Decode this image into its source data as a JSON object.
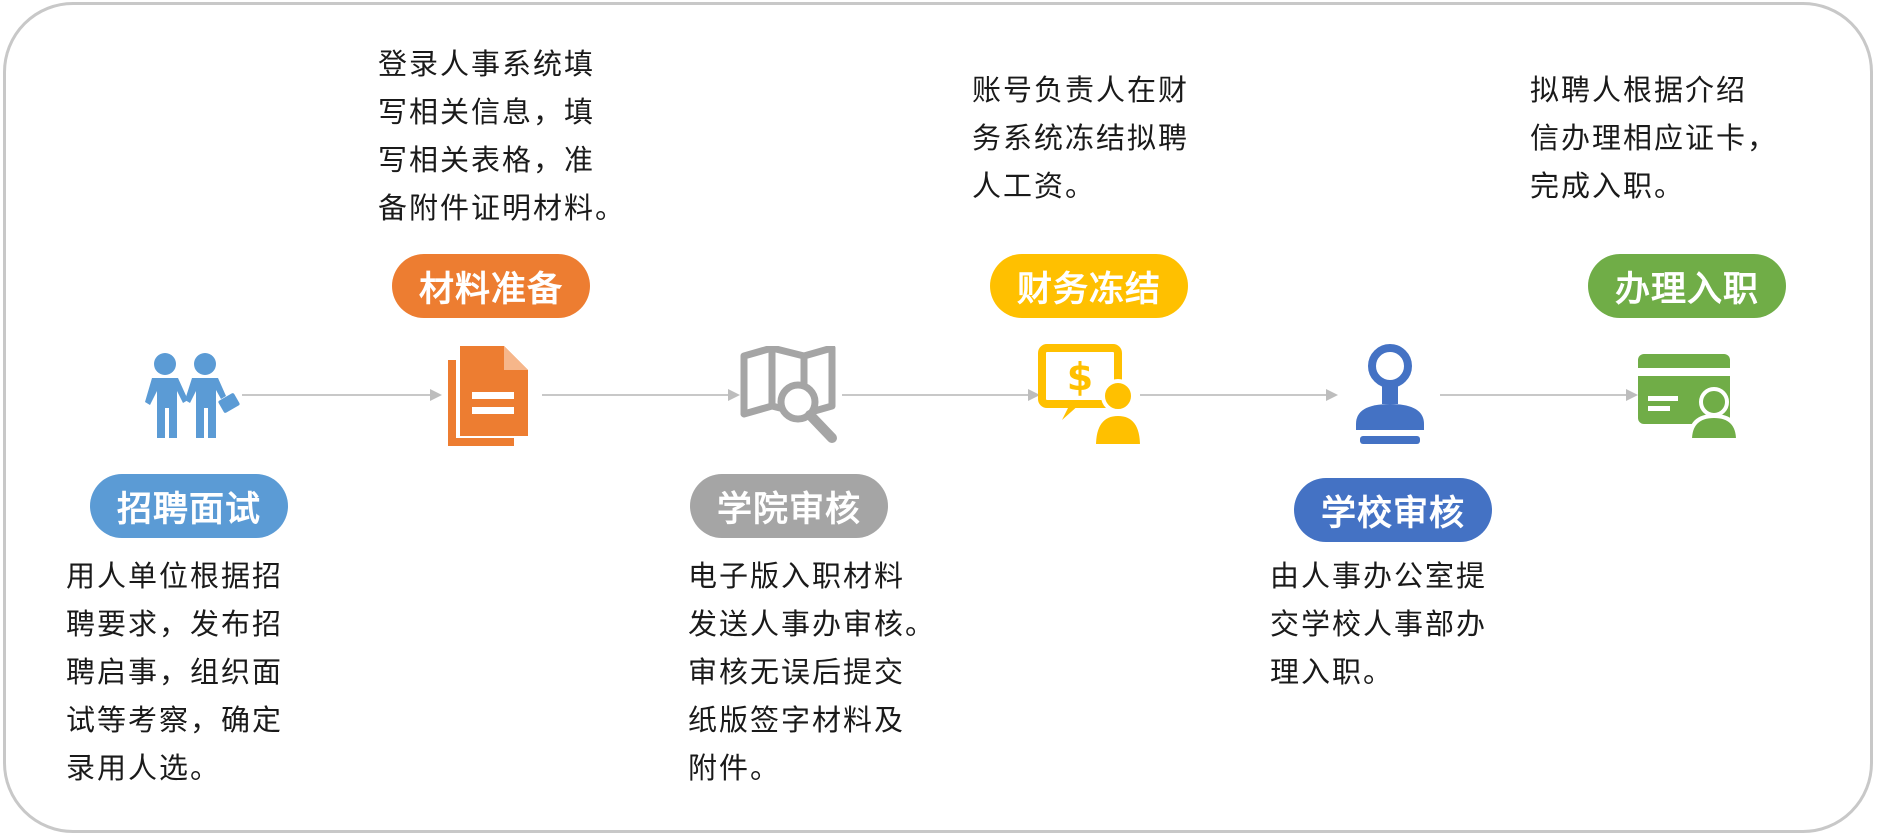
{
  "colors": {
    "blue": "#5b9bd5",
    "orange": "#ed7d31",
    "gray": "#a5a5a5",
    "yellow": "#ffc000",
    "navy": "#4472c4",
    "green": "#70ad47",
    "connector": "#c0c0c0"
  },
  "steps": [
    {
      "title": "招聘面试",
      "icon": "handshake-people-icon",
      "desc": [
        "用人单位根据招",
        "聘要求，发布招",
        "聘启事，组织面",
        "试等考察，确定",
        "录用人选。"
      ]
    },
    {
      "title": "材料准备",
      "icon": "document-stack-icon",
      "desc": [
        "登录人事系统填",
        "写相关信息，填",
        "写相关表格，准",
        "备附件证明材料。"
      ]
    },
    {
      "title": "学院审核",
      "icon": "map-magnifier-icon",
      "desc": [
        "电子版入职材料",
        "发送人事办审核。",
        "审核无误后提交",
        "纸版签字材料及",
        "附件。"
      ]
    },
    {
      "title": "财务冻结",
      "icon": "finance-person-icon",
      "desc": [
        "账号负责人在财",
        "务系统冻结拟聘",
        "人工资。"
      ]
    },
    {
      "title": "学校审核",
      "icon": "stamp-icon",
      "desc": [
        "由人事办公室提",
        "交学校人事部办",
        "理入职。"
      ]
    },
    {
      "title": "办理入职",
      "icon": "id-card-icon",
      "desc": [
        "拟聘人根据介绍",
        "信办理相应证卡，",
        "完成入职。"
      ]
    }
  ]
}
